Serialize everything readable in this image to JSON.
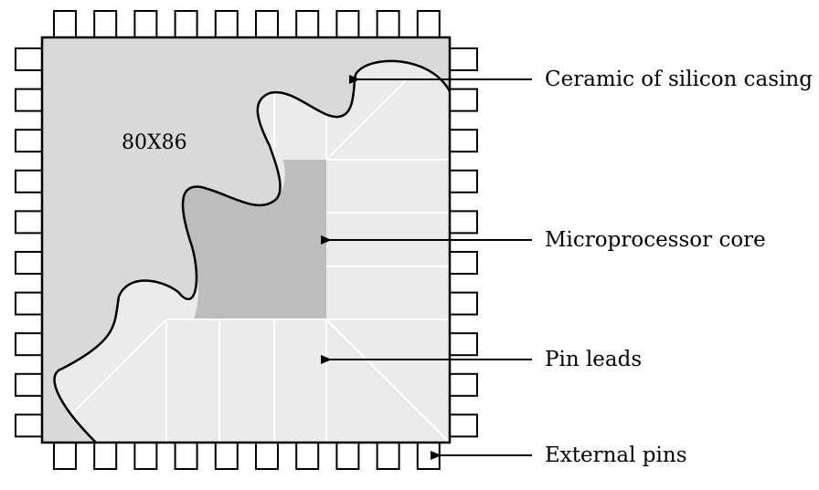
{
  "chip_label": "80X86",
  "labels": {
    "casing": "Ceramic of silicon casing",
    "core": "Microprocessor core",
    "leads": "Pin leads",
    "pins": "External pins"
  },
  "colors": {
    "casing": "#d9d9d9",
    "leads": "#ebebeb",
    "core": "#bdbdbd",
    "outline": "#000000",
    "background": "#ffffff"
  }
}
